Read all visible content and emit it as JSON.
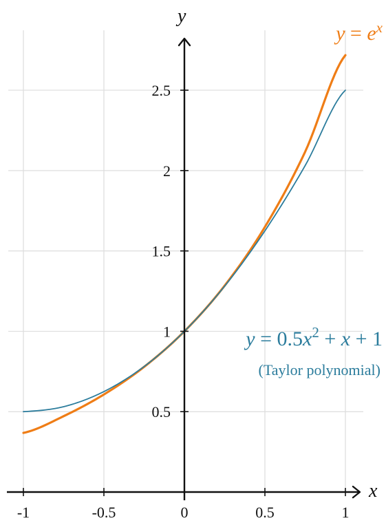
{
  "chart_data": {
    "type": "line",
    "title": "",
    "xlabel": "x",
    "ylabel": "y",
    "xlim": [
      -1,
      1
    ],
    "ylim": [
      0,
      2.8
    ],
    "grid": true,
    "x_ticks": [
      -1,
      -0.5,
      0,
      0.5,
      1
    ],
    "x_tick_labels": [
      "-1",
      "-0.5",
      "0",
      "0.5",
      "1"
    ],
    "y_ticks": [
      0.5,
      1,
      1.5,
      2,
      2.5
    ],
    "y_tick_labels": [
      "0.5",
      "1",
      "1.5",
      "2",
      "2.5"
    ],
    "x": [
      -1,
      -0.75,
      -0.5,
      -0.25,
      0,
      0.25,
      0.5,
      0.75,
      1
    ],
    "series": [
      {
        "name": "y = e^x",
        "label_parts": {
          "lhs": "y",
          "eq": " = ",
          "base": "e",
          "sup": "x"
        },
        "color": "#ef7d16",
        "values": [
          0.368,
          0.472,
          0.607,
          0.779,
          1.0,
          1.284,
          1.649,
          2.117,
          2.718
        ]
      },
      {
        "name": "y = 0.5x² + x + 1",
        "label_parts": {
          "lhs": "y",
          "eq": " = 0.5",
          "var": "x",
          "sup": "2",
          "rest1": " + ",
          "var2": "x",
          "rest2": " + 1"
        },
        "subtitle": "(Taylor polynomial)",
        "color": "#2b7c9c",
        "values": [
          0.5,
          0.531,
          0.625,
          0.781,
          1.0,
          1.281,
          1.625,
          2.031,
          2.5
        ]
      }
    ]
  }
}
